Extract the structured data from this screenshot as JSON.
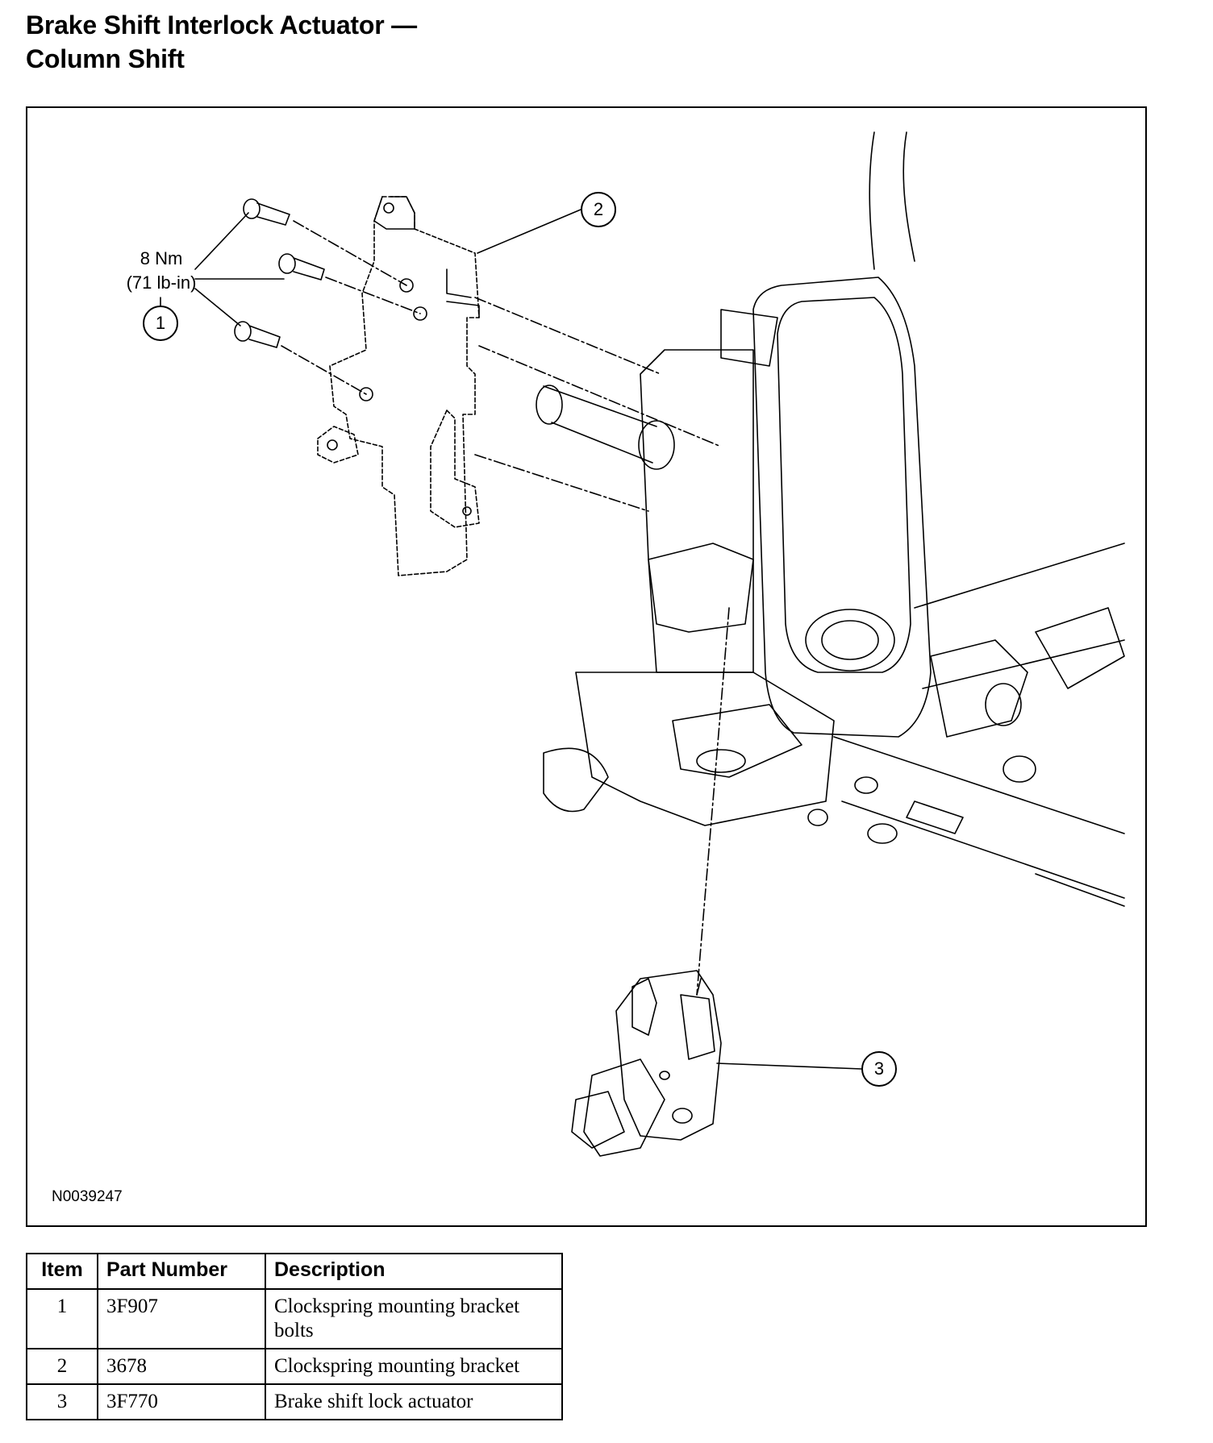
{
  "title": {
    "line1": "Brake Shift Interlock Actuator —",
    "line2": "Column Shift"
  },
  "figure": {
    "id": "N0039247",
    "torque": {
      "nm": "8 Nm",
      "lbin": "(71 lb-in)"
    },
    "callouts": [
      "1",
      "2",
      "3"
    ]
  },
  "table": {
    "headers": {
      "item": "Item",
      "part": "Part Number",
      "desc": "Description"
    },
    "rows": [
      {
        "item": "1",
        "part": "3F907",
        "desc": "Clockspring mounting bracket bolts"
      },
      {
        "item": "2",
        "part": "3678",
        "desc": "Clockspring mounting bracket"
      },
      {
        "item": "3",
        "part": "3F770",
        "desc": "Brake shift lock actuator"
      }
    ]
  }
}
